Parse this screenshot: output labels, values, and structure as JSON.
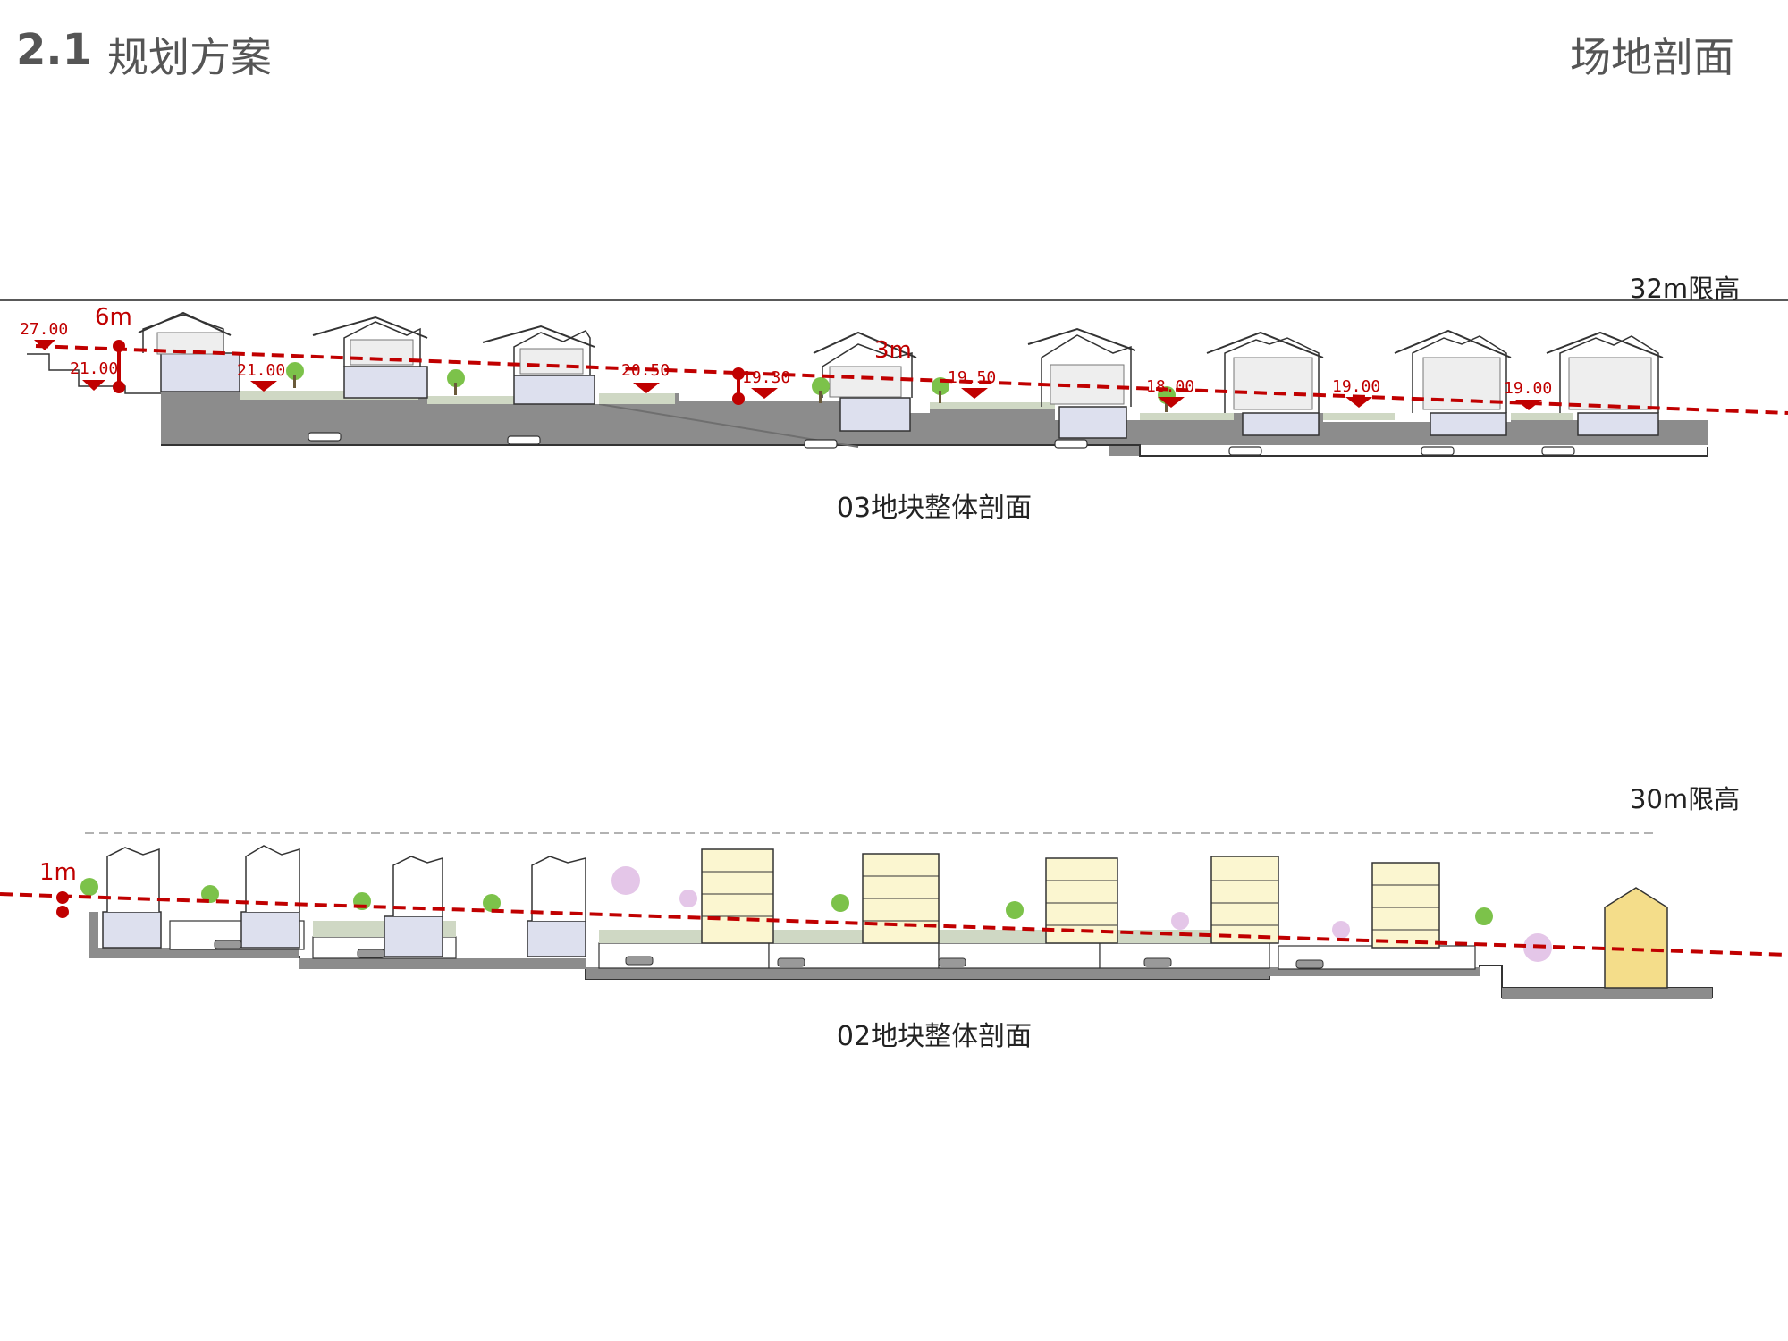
{
  "header": {
    "section_number": "2.1",
    "section_title": "规划方案",
    "page_title": "场地剖面"
  },
  "section_03": {
    "height_limit_label": "32m限高",
    "caption": "03地块整体剖面",
    "elevations": [
      "27.00",
      "21.00",
      "21.00",
      "20.50",
      "19.30",
      "19.50",
      "18.00",
      "19.00",
      "19.00"
    ],
    "dimension_labels": [
      "6m",
      "3m"
    ]
  },
  "section_02": {
    "height_limit_label": "30m限高",
    "caption": "02地块整体剖面",
    "dimension_labels": [
      "1m"
    ]
  },
  "colors": {
    "accent_red": "#c00000",
    "ground_gray": "#8c8c8c",
    "building_lavender": "#dde0ee",
    "building_cream": "#fbf6d0",
    "tree_green": "#7cc24a"
  }
}
